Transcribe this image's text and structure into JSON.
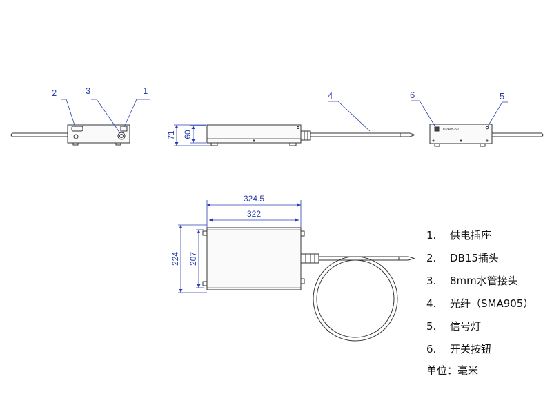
{
  "callouts": [
    "1",
    "2",
    "3",
    "4",
    "5",
    "6"
  ],
  "dimensions": {
    "side_total_height": "71",
    "side_body_height": "60",
    "top_total_width": "324.5",
    "top_body_width": "322",
    "top_total_depth": "224",
    "top_body_depth": "207"
  },
  "model_label": "UV405-50",
  "legend": [
    {
      "num": "1.",
      "text": "供电插座"
    },
    {
      "num": "2.",
      "text": "DB15插头"
    },
    {
      "num": "3.",
      "text": "8mm水管接头"
    },
    {
      "num": "4.",
      "text": "光纤（SMA905）"
    },
    {
      "num": "5.",
      "text": "信号灯"
    },
    {
      "num": "6.",
      "text": "开关按钮"
    }
  ],
  "unit_note": "单位：毫米",
  "colors": {
    "line": "#333333",
    "dimension": "#2a3fb0",
    "fiber": "#555555"
  }
}
